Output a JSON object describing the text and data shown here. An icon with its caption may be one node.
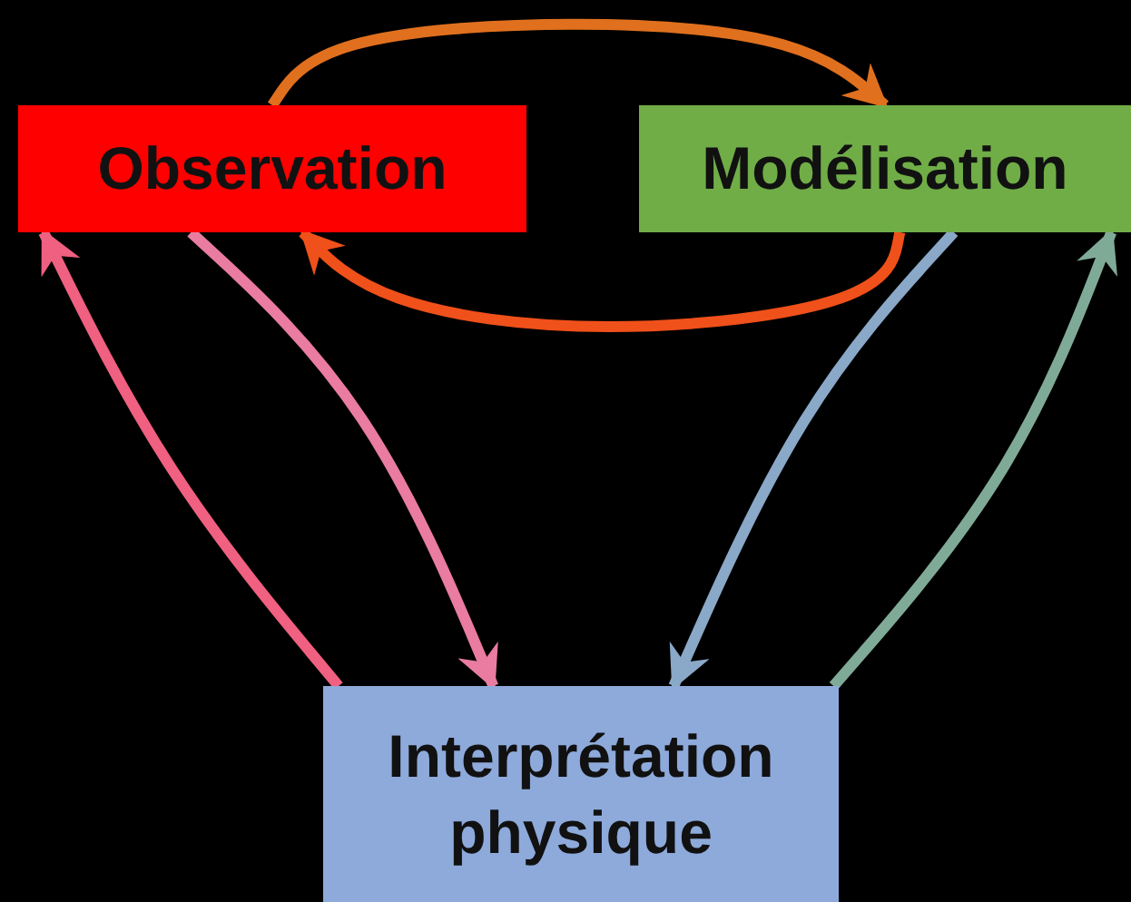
{
  "diagram": {
    "nodes": [
      {
        "text": [
          "Observation"
        ]
      },
      {
        "text": [
          "Modélisation"
        ]
      },
      {
        "text": [
          "Interprétation physique"
        ]
      }
    ],
    "edges": [
      {
        "from": 0,
        "to": 1,
        "arrow": "to",
        "color": "#e0701e"
      },
      {
        "from": 1,
        "to": 0,
        "arrow": "to",
        "color": "#f0501a"
      },
      {
        "from": 0,
        "to": 2,
        "arrow": "to",
        "color": "#e97ca0"
      },
      {
        "from": 2,
        "to": 0,
        "arrow": "to",
        "color": "#f06080"
      },
      {
        "from": 1,
        "to": 2,
        "arrow": "to",
        "color": "#8aa8c8"
      },
      {
        "from": 2,
        "to": 1,
        "arrow": "to",
        "color": "#80aa98"
      }
    ]
  }
}
